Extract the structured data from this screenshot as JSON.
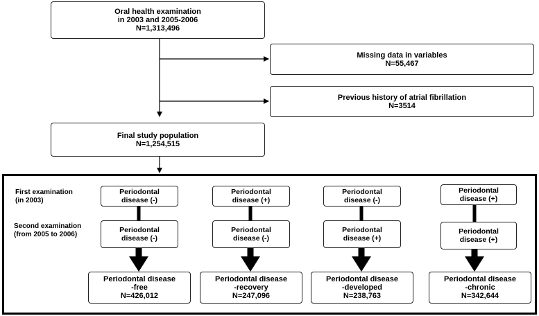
{
  "top": {
    "line1": "Oral health examination",
    "line2": "in 2003 and 2005-2006",
    "line3": "N=1,313,496"
  },
  "missing": {
    "line1": "Missing data in variables",
    "line2": "N=55,467"
  },
  "history": {
    "line1": "Previous history of atrial fibrillation",
    "line2": "N=3514"
  },
  "final": {
    "line1": "Final study population",
    "line2": "N=1,254,515"
  },
  "rows": {
    "first_line1": "First examination",
    "first_line2": "(in 2003)",
    "second_line1": "Second examination",
    "second_line2": "(from 2005 to 2006)"
  },
  "groups": [
    {
      "first": {
        "line1": "Periodontal",
        "line2": "disease (-)"
      },
      "second": {
        "line1": "Periodontal",
        "line2": "disease (-)"
      },
      "outcome": {
        "line1": "Periodontal disease",
        "line2": "-free",
        "line3": "N=426,012"
      }
    },
    {
      "first": {
        "line1": "Periodontal",
        "line2": "disease (+)"
      },
      "second": {
        "line1": "Periodontal",
        "line2": "disease (-)"
      },
      "outcome": {
        "line1": "Periodontal disease",
        "line2": "-recovery",
        "line3": "N=247,096"
      }
    },
    {
      "first": {
        "line1": "Periodontal",
        "line2": "disease (-)"
      },
      "second": {
        "line1": "Periodontal",
        "line2": "disease (+)"
      },
      "outcome": {
        "line1": "Periodontal disease",
        "line2": "-developed",
        "line3": "N=238,763"
      }
    },
    {
      "first": {
        "line1": "Periodontal",
        "line2": "disease (+)"
      },
      "second": {
        "line1": "Periodontal",
        "line2": "disease (+)"
      },
      "outcome": {
        "line1": "Periodontal disease",
        "line2": "-chronic",
        "line3": "N=342,644"
      }
    }
  ]
}
